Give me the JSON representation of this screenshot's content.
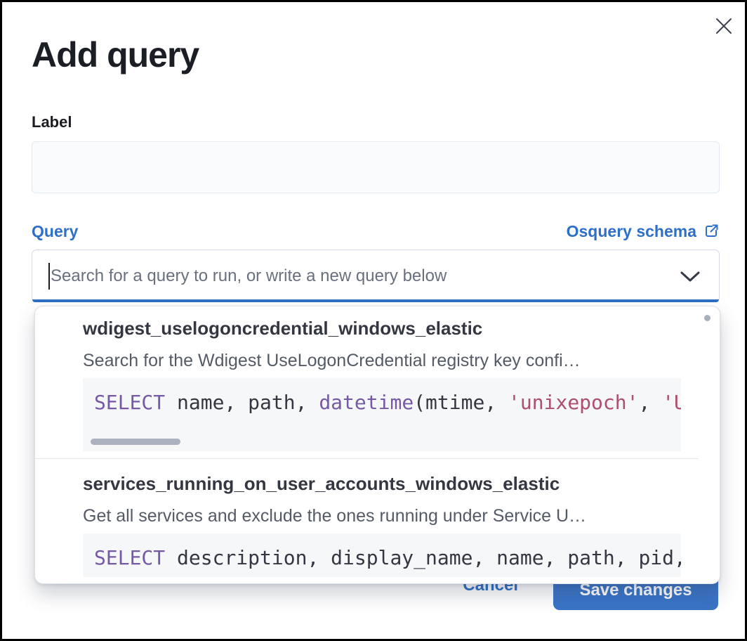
{
  "modal": {
    "title": "Add query",
    "label_field": {
      "label": "Label",
      "value": ""
    },
    "query_section": {
      "label": "Query",
      "schema_link_text": "Osquery schema",
      "combobox_placeholder": "Search for a query to run, or write a new query below"
    },
    "dropdown_options": [
      {
        "name": "wdigest_uselogoncredential_windows_elastic",
        "description": "Search for the Wdigest UseLogonCredential registry key confi…",
        "sql_tokens": [
          {
            "type": "keyword",
            "text": "SELECT"
          },
          {
            "type": "plain",
            "text": " name, path, "
          },
          {
            "type": "function",
            "text": "datetime"
          },
          {
            "type": "plain",
            "text": "(mtime, "
          },
          {
            "type": "string",
            "text": "'unixepoch'"
          },
          {
            "type": "plain",
            "text": ", "
          },
          {
            "type": "string",
            "text": "'U"
          }
        ],
        "h_scrollbar": true
      },
      {
        "name": "services_running_on_user_accounts_windows_elastic",
        "description": "Get all services and exclude the ones running under Service U…",
        "sql_tokens": [
          {
            "type": "keyword",
            "text": "SELECT"
          },
          {
            "type": "plain",
            "text": " description, display_name, name, path, pid,"
          }
        ],
        "h_scrollbar": false
      }
    ],
    "footer": {
      "cancel_label": "Cancel",
      "save_label": "Save changes"
    }
  },
  "colors": {
    "primary_blue": "#2e6fc7",
    "button_blue": "#3a74c6",
    "keyword_purple": "#7659a6",
    "string_rose": "#ac4e6e",
    "code_background": "#f6f7f9",
    "text_dark": "#1b1e24",
    "text_subdued": "#545b66"
  }
}
